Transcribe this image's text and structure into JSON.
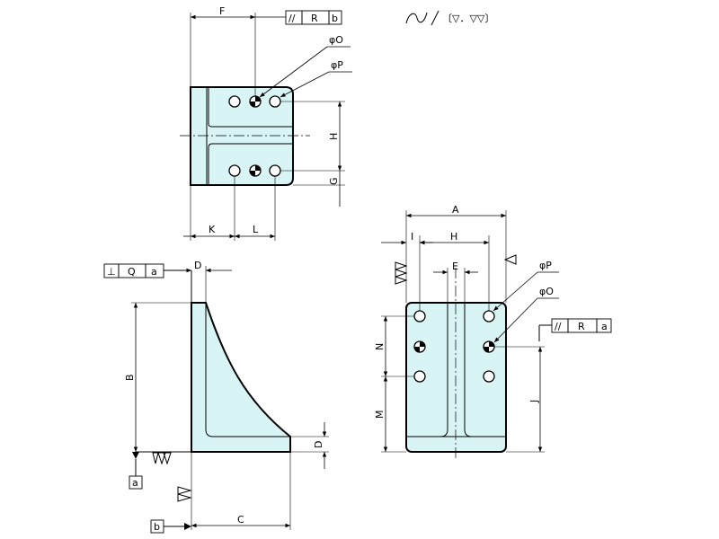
{
  "surface_symbol": {
    "text": "〔▽．▽▽〕"
  },
  "top_view": {
    "dims": {
      "F": "F",
      "H": "H",
      "G": "G",
      "K": "K",
      "L": "L"
    },
    "callouts": {
      "phi_O": "φO",
      "phi_P": "φP"
    },
    "tolerance_frame": {
      "symbol": "//",
      "value": "R",
      "datum": "b"
    }
  },
  "side_view": {
    "dims": {
      "D_top": "D",
      "B": "B",
      "D_right": "D",
      "C": "C"
    },
    "tolerance_frame": {
      "symbol": "⊥",
      "value": "Q",
      "datum": "a"
    },
    "datum_labels": {
      "a": "a",
      "b": "b"
    }
  },
  "front_view": {
    "dims": {
      "A": "A",
      "I": "I",
      "H": "H",
      "E": "E",
      "N": "N",
      "M": "M",
      "J": "J"
    },
    "callouts": {
      "phi_P": "φP",
      "phi_O": "φO"
    },
    "tolerance_frame": {
      "symbol": "//",
      "value": "R",
      "datum": "a"
    }
  }
}
